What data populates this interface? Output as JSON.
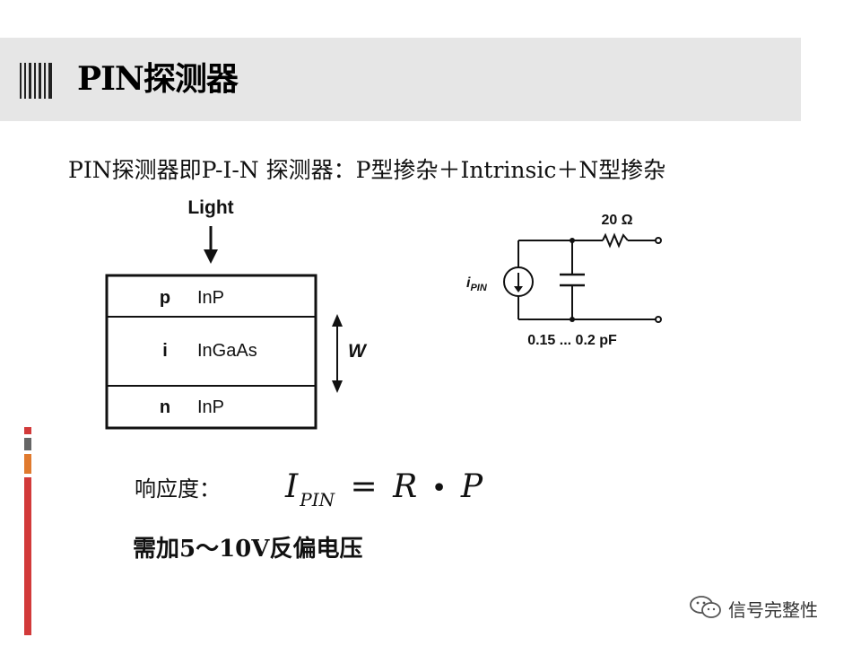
{
  "header": {
    "title": "PIN探测器"
  },
  "intro": {
    "text": "PIN探测器即P-I-N 探测器：P型掺杂＋Intrinsic＋N型掺杂"
  },
  "layer_diagram": {
    "light_label": "Light",
    "width_label": "W",
    "layers": [
      {
        "type": "p",
        "material": "InP"
      },
      {
        "type": "i",
        "material": "InGaAs"
      },
      {
        "type": "n",
        "material": "InP"
      }
    ]
  },
  "circuit": {
    "resistor_label": "20 Ω",
    "source_label": "i",
    "source_sub": "PIN",
    "capacitor_label": "0.15 ... 0.2 pF"
  },
  "responsivity": {
    "label": "响应度：",
    "lhs": "I",
    "lhs_sub": "PIN",
    "equals": "=",
    "r": "R",
    "dot": "•",
    "p": "P"
  },
  "bias": {
    "text": "需加5～10V反偏电压"
  },
  "watermark": {
    "text": "信号完整性",
    "icon": "wechat-icon"
  },
  "colors": {
    "title_band": "#e6e6e6",
    "stripe_red": "#d23a3a",
    "stripe_gray": "#666666",
    "stripe_orange": "#e07a2e"
  }
}
